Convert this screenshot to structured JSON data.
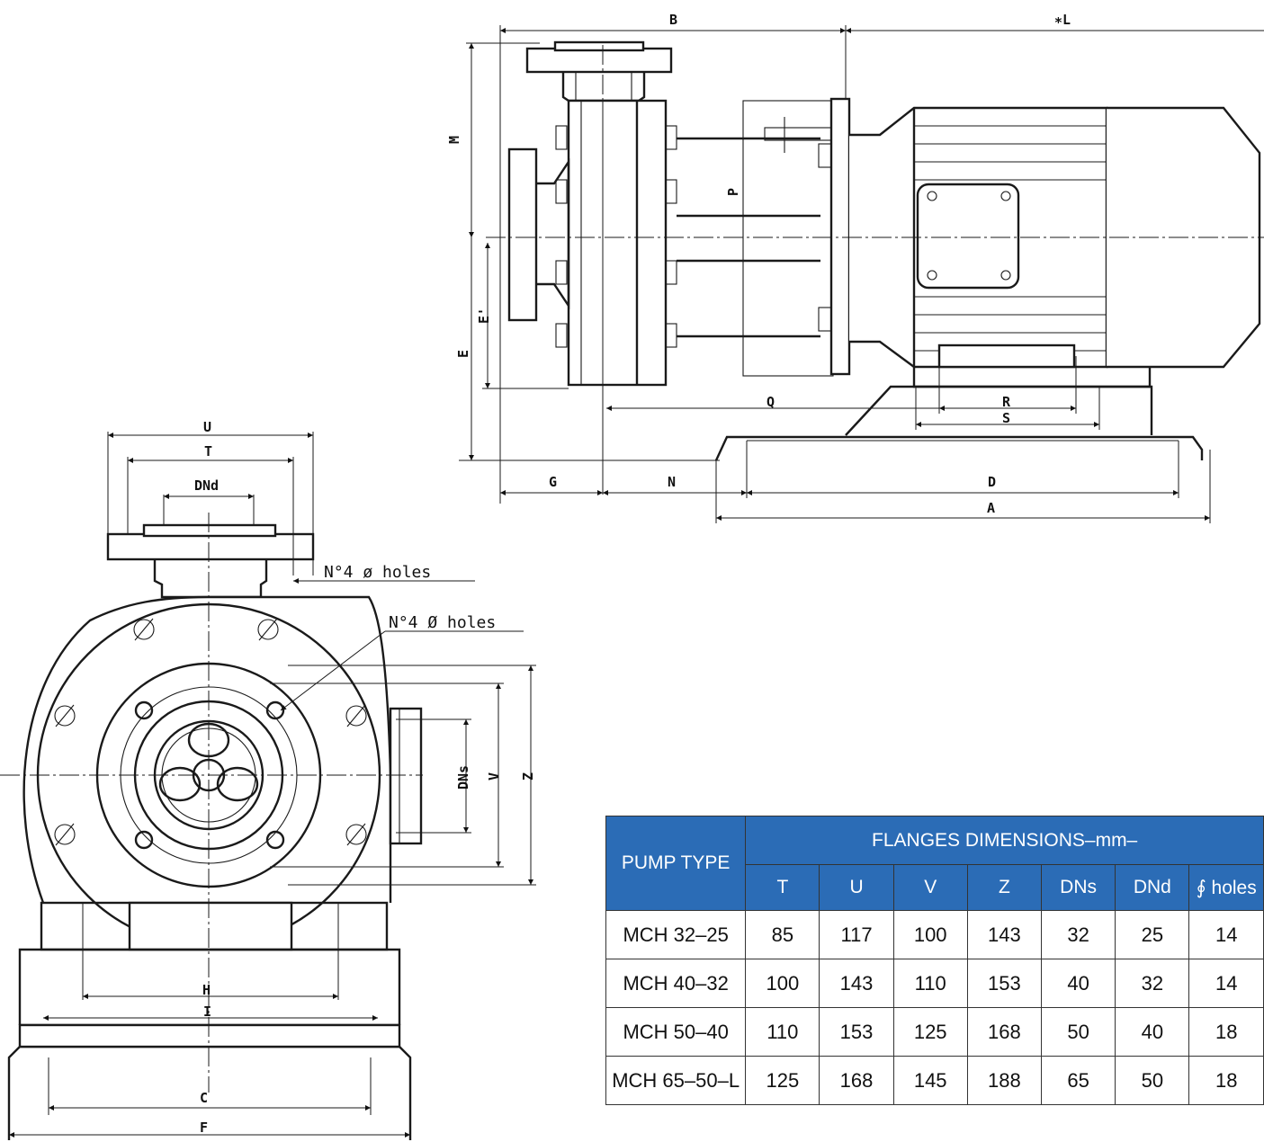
{
  "side_view": {
    "labels": {
      "B": "B",
      "L": "∗L",
      "M": "M",
      "P": "P",
      "E": "E",
      "E_prime": "E'",
      "Q": "Q",
      "R": "R",
      "S": "S",
      "G": "G",
      "N": "N",
      "D": "D",
      "A": "A"
    }
  },
  "front_view": {
    "labels": {
      "U": "U",
      "T": "T",
      "DNd": "DNd",
      "DNs": "DNs",
      "V": "V",
      "Z": "Z",
      "H": "H",
      "I": "I",
      "C": "C",
      "F": "F"
    },
    "notes": {
      "top_holes": "N°4  ø holes",
      "flange_holes": "N°4 Ø holes"
    }
  },
  "table": {
    "header_left": "PUMP TYPE",
    "header_group": "FLANGES DIMENSIONS–mm–",
    "columns": [
      "T",
      "U",
      "V",
      "Z",
      "DNs",
      "DNd",
      "∮ holes"
    ],
    "rows": [
      {
        "type": "MCH 32–25",
        "values": [
          "85",
          "117",
          "100",
          "143",
          "32",
          "25",
          "14"
        ]
      },
      {
        "type": "MCH 40–32",
        "values": [
          "100",
          "143",
          "110",
          "153",
          "40",
          "32",
          "14"
        ]
      },
      {
        "type": "MCH 50–40",
        "values": [
          "110",
          "153",
          "125",
          "168",
          "50",
          "40",
          "18"
        ]
      },
      {
        "type": "MCH 65–50–L",
        "values": [
          "125",
          "168",
          "145",
          "188",
          "65",
          "50",
          "18"
        ]
      }
    ]
  }
}
